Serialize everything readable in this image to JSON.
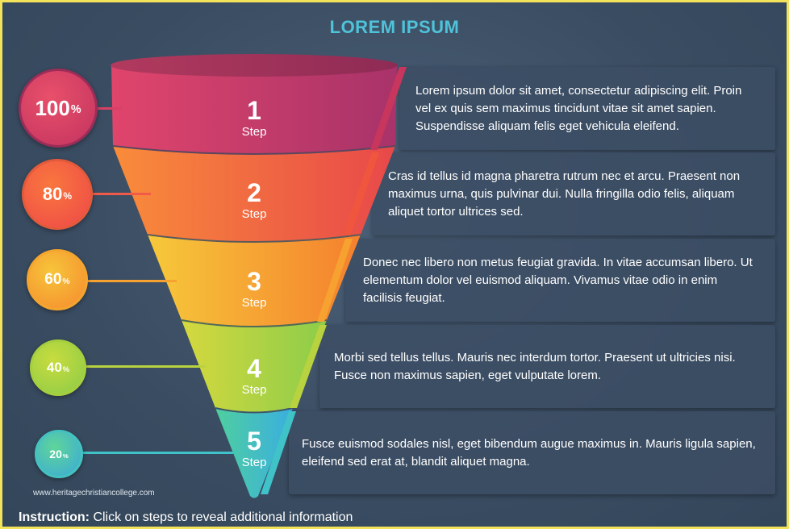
{
  "title": "LOREM IPSUM",
  "steps": [
    {
      "number": "1",
      "label": "Step",
      "percent": "100",
      "percent_sign": "%",
      "fraction": 1.0,
      "text": "Lorem ipsum dolor sit amet, consectetur adipiscing elit. Proin vel ex quis sem maximus tincidunt vitae sit amet sapien. Suspendisse aliquam felis eget vehicula eleifend.",
      "color": "#c8365e"
    },
    {
      "number": "2",
      "label": "Step",
      "percent": "80",
      "percent_sign": "%",
      "fraction": 0.8,
      "text": "Cras id tellus id magna pharetra rutrum nec et arcu. Praesent non maximus urna, quis pulvinar dui. Nulla fringilla odio felis, aliquam aliquet tortor ultrices sed.",
      "color": "#f0563e"
    },
    {
      "number": "3",
      "label": "Step",
      "percent": "60",
      "percent_sign": "%",
      "fraction": 0.6,
      "text": "Donec nec libero non metus feugiat gravida. In vitae accumsan libero. Ut elementum dolor vel euismod aliquam. Vivamus vitae odio in enim facilisis feugiat.",
      "color": "#f7a230"
    },
    {
      "number": "4",
      "label": "Step",
      "percent": "40",
      "percent_sign": "%",
      "fraction": 0.4,
      "text": "Morbi sed tellus tellus. Mauris nec interdum tortor. Praesent ut ultricies nisi. Fusce non maximus sapien, eget vulputate lorem.",
      "color": "#9bcf45"
    },
    {
      "number": "5",
      "label": "Step",
      "percent": "20",
      "percent_sign": "%",
      "fraction": 0.2,
      "text": "Fusce euismod sodales nisl, eget bibendum augue maximus in. Mauris ligula sapien, eleifend sed erat at, blandit aliquet magna.",
      "color": "#3fc3c8"
    }
  ],
  "watermark": "www.heritagechristiancollege.com",
  "instruction": {
    "label": "Instruction:",
    "text": " Click on steps to reveal additional information"
  }
}
